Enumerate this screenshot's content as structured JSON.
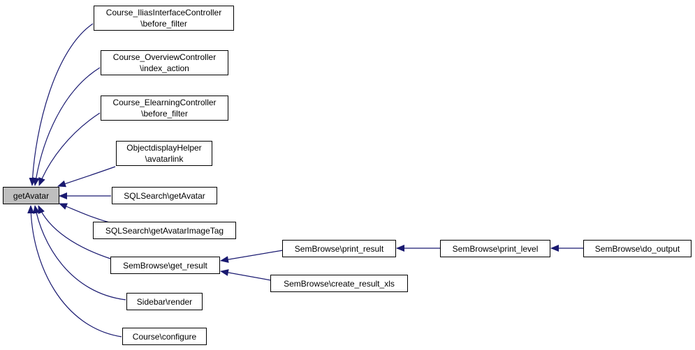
{
  "root": {
    "label": "getAvatar"
  },
  "callers": [
    {
      "line1": "Course_IliasInterfaceController",
      "line2": "\\before_filter"
    },
    {
      "line1": "Course_OverviewController",
      "line2": "\\index_action"
    },
    {
      "line1": "Course_ElearningController",
      "line2": "\\before_filter"
    },
    {
      "line1": "ObjectdisplayHelper",
      "line2": "\\avatarlink"
    },
    {
      "line1": "SQLSearch\\getAvatar"
    },
    {
      "line1": "SQLSearch\\getAvatarImageTag"
    },
    {
      "line1": "SemBrowse\\get_result"
    },
    {
      "line1": "Sidebar\\render"
    },
    {
      "line1": "Course\\configure"
    }
  ],
  "second_level": [
    {
      "line1": "SemBrowse\\print_result"
    },
    {
      "line1": "SemBrowse\\create_result_xls"
    }
  ],
  "third_level": [
    {
      "line1": "SemBrowse\\print_level"
    },
    {
      "line1": "SemBrowse\\do_output"
    }
  ],
  "colors": {
    "edge": "#191970",
    "root_fill": "#bfbfbf",
    "node_border": "#000000"
  }
}
